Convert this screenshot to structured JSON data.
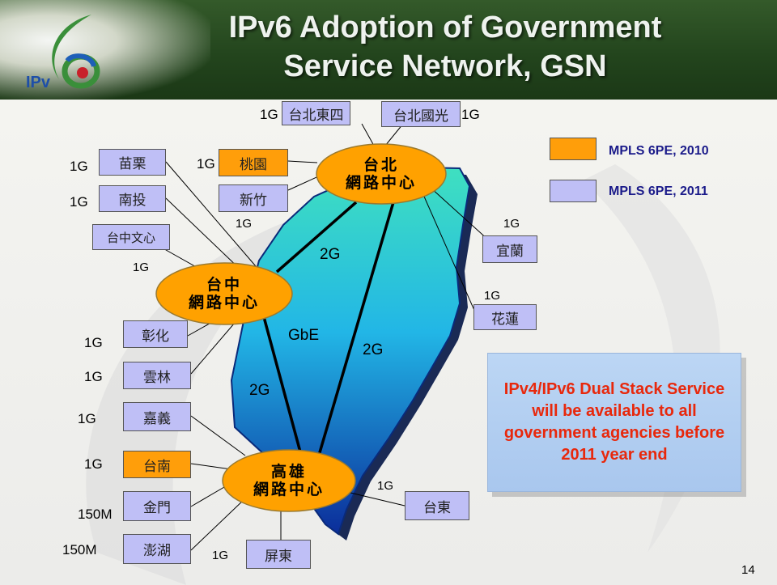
{
  "title": {
    "line1": "IPv6 Adoption of Government",
    "line2": "Service Network, GSN"
  },
  "logo": {
    "text": "IPv",
    "icon": "ipv6-logo-icon"
  },
  "legend": [
    {
      "label": "MPLS 6PE, 2010",
      "color": "#ff9e0a"
    },
    {
      "label": "MPLS 6PE, 2011",
      "color": "#bfbff6"
    }
  ],
  "hubs": {
    "taipei": {
      "line1": "台北",
      "line2": "網路中心"
    },
    "taichung": {
      "line1": "台中",
      "line2": "網路中心"
    },
    "kaohsiung": {
      "line1": "高雄",
      "line2": "網路中心"
    }
  },
  "backbone_links": {
    "taipei_taichung": "2G",
    "taichung_kaohsiung_gbe": "GbE",
    "taichung_kaohsiung_2g": "2G",
    "taipei_kaohsiung": "2G"
  },
  "sites": {
    "taipei_east4": {
      "name": "台北東四",
      "bw": "1G"
    },
    "taipei_guoguang": {
      "name": "台北國光",
      "bw": "1G"
    },
    "miaoli": {
      "name": "苗栗",
      "bw": "1G"
    },
    "taoyuan": {
      "name": "桃園",
      "bw": "1G"
    },
    "nantou": {
      "name": "南投",
      "bw": "1G"
    },
    "hsinchu": {
      "name": "新竹",
      "bw": "1G"
    },
    "taichung_wenxin": {
      "name": "台中文心",
      "bw": "1G"
    },
    "yilan": {
      "name": "宜蘭",
      "bw": "1G"
    },
    "hualien": {
      "name": "花蓮",
      "bw": "1G"
    },
    "changhua": {
      "name": "彰化",
      "bw": "1G"
    },
    "yunlin": {
      "name": "雲林",
      "bw": "1G"
    },
    "chiayi": {
      "name": "嘉義",
      "bw": "1G"
    },
    "tainan": {
      "name": "台南",
      "bw": "1G"
    },
    "kinmen": {
      "name": "金門",
      "bw": "150M"
    },
    "penghu": {
      "name": "澎湖",
      "bw": "150M"
    },
    "pingtung": {
      "name": "屏東",
      "bw": "1G"
    },
    "taitung": {
      "name": "台東",
      "bw": "1G"
    }
  },
  "callout": "IPv4/IPv6 Dual Stack Service will be available to all government agencies before 2011 year end",
  "page_number": "14"
}
